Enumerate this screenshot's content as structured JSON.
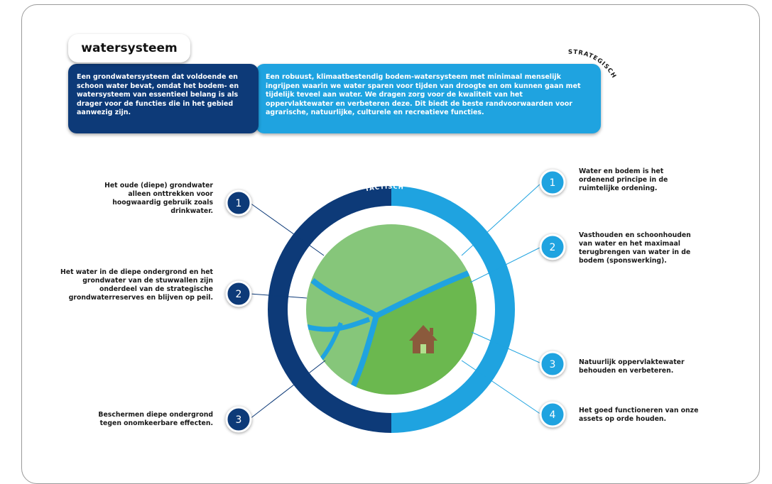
{
  "title": "watersysteem",
  "strategic_label": "STRATEGISCH",
  "tactical_label": "TACTISCH",
  "box_dark_text": "Een grondwatersysteem dat voldoende en schoon water bevat, omdat het bodem- en watersysteem van essentieel belang is als drager voor de functies die in het gebied aanwezig zijn.",
  "box_light_text": "Een robuust, klimaatbestendig bodem-watersysteem met minimaal menselijk ingrijpen waarin we water sparen voor tijden van droogte en om kunnen gaan met tijdelijk teveel aan water. We dragen zorg voor de kwaliteit van het oppervlaktewater en verbeteren deze. Dit biedt de beste randvoorwaarden voor agrarische, natuurlijke, culturele en recreatieve functies.",
  "left_items": [
    {
      "number": "1",
      "text": "Het oude (diepe) grondwater alleen onttrekken voor hoogwaardig gebruik zoals drinkwater."
    },
    {
      "number": "2",
      "text": "Het water in de diepe ondergrond en het grondwater van de stuwwallen zijn onderdeel van de strategische grondwaterreserves en blijven op peil."
    },
    {
      "number": "3",
      "text": "Beschermen diepe ondergrond tegen onomkeerbare effecten."
    }
  ],
  "right_items": [
    {
      "number": "1",
      "text": "Water en bodem is het ordenend principe in de ruimtelijke ordening."
    },
    {
      "number": "2",
      "text": "Vasthouden en schoonhouden van water en het maximaal terugbrengen van water in de bodem (sponswerking)."
    },
    {
      "number": "3",
      "text": "Natuurlijk oppervlaktewater behouden en verbeteren."
    },
    {
      "number": "4",
      "text": "Het goed functioneren van onze assets op orde houden."
    }
  ],
  "colors": {
    "dark_blue": "#0d3a78",
    "light_blue": "#1fa3e0",
    "green_light": "#86c67a",
    "green_dark": "#6bb84f",
    "house": "#8b5a3c"
  },
  "icons": {
    "house": "house-icon"
  }
}
